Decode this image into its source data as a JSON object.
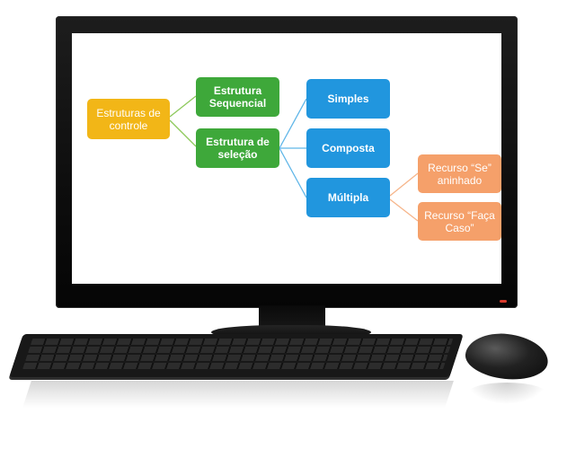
{
  "colors": {
    "root": "#F2B617",
    "level1": "#3EA83A",
    "level2": "#2196DE",
    "level3": "#F5A06A",
    "connector_green": "#8EC95C",
    "connector_blue": "#5FB6E8",
    "connector_orange": "#F6B58A"
  },
  "diagram": {
    "root": {
      "label": "Estruturas de controle"
    },
    "level1": [
      {
        "label": "Estrutura Sequencial"
      },
      {
        "label": "Estrutura de seleção"
      }
    ],
    "level2": [
      {
        "label": "Simples"
      },
      {
        "label": "Composta"
      },
      {
        "label": "Múltipla"
      }
    ],
    "level3": [
      {
        "label": "Recurso “Se” aninhado"
      },
      {
        "label": "Recurso “Faça Caso”"
      }
    ]
  },
  "icons": [
    "monitor-icon",
    "keyboard-icon",
    "mouse-icon"
  ]
}
